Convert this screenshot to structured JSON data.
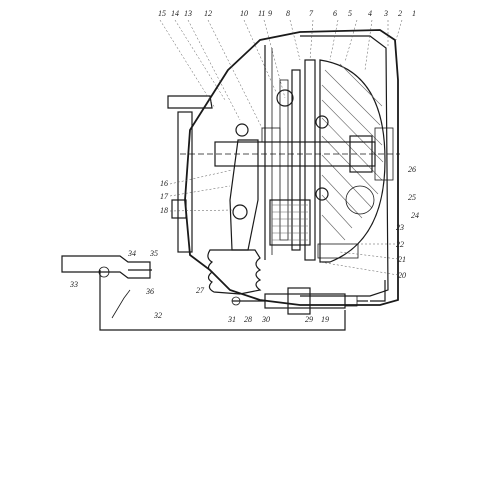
{
  "diagram": {
    "callouts": [
      "1",
      "2",
      "3",
      "4",
      "5",
      "6",
      "7",
      "8",
      "9",
      "10",
      "11",
      "12",
      "13",
      "14",
      "15",
      "16",
      "17",
      "18",
      "19",
      "20",
      "21",
      "22",
      "23",
      "24",
      "25",
      "26",
      "27",
      "28",
      "29",
      "30",
      "31",
      "32",
      "33",
      "34",
      "35",
      "36",
      "25"
    ]
  }
}
